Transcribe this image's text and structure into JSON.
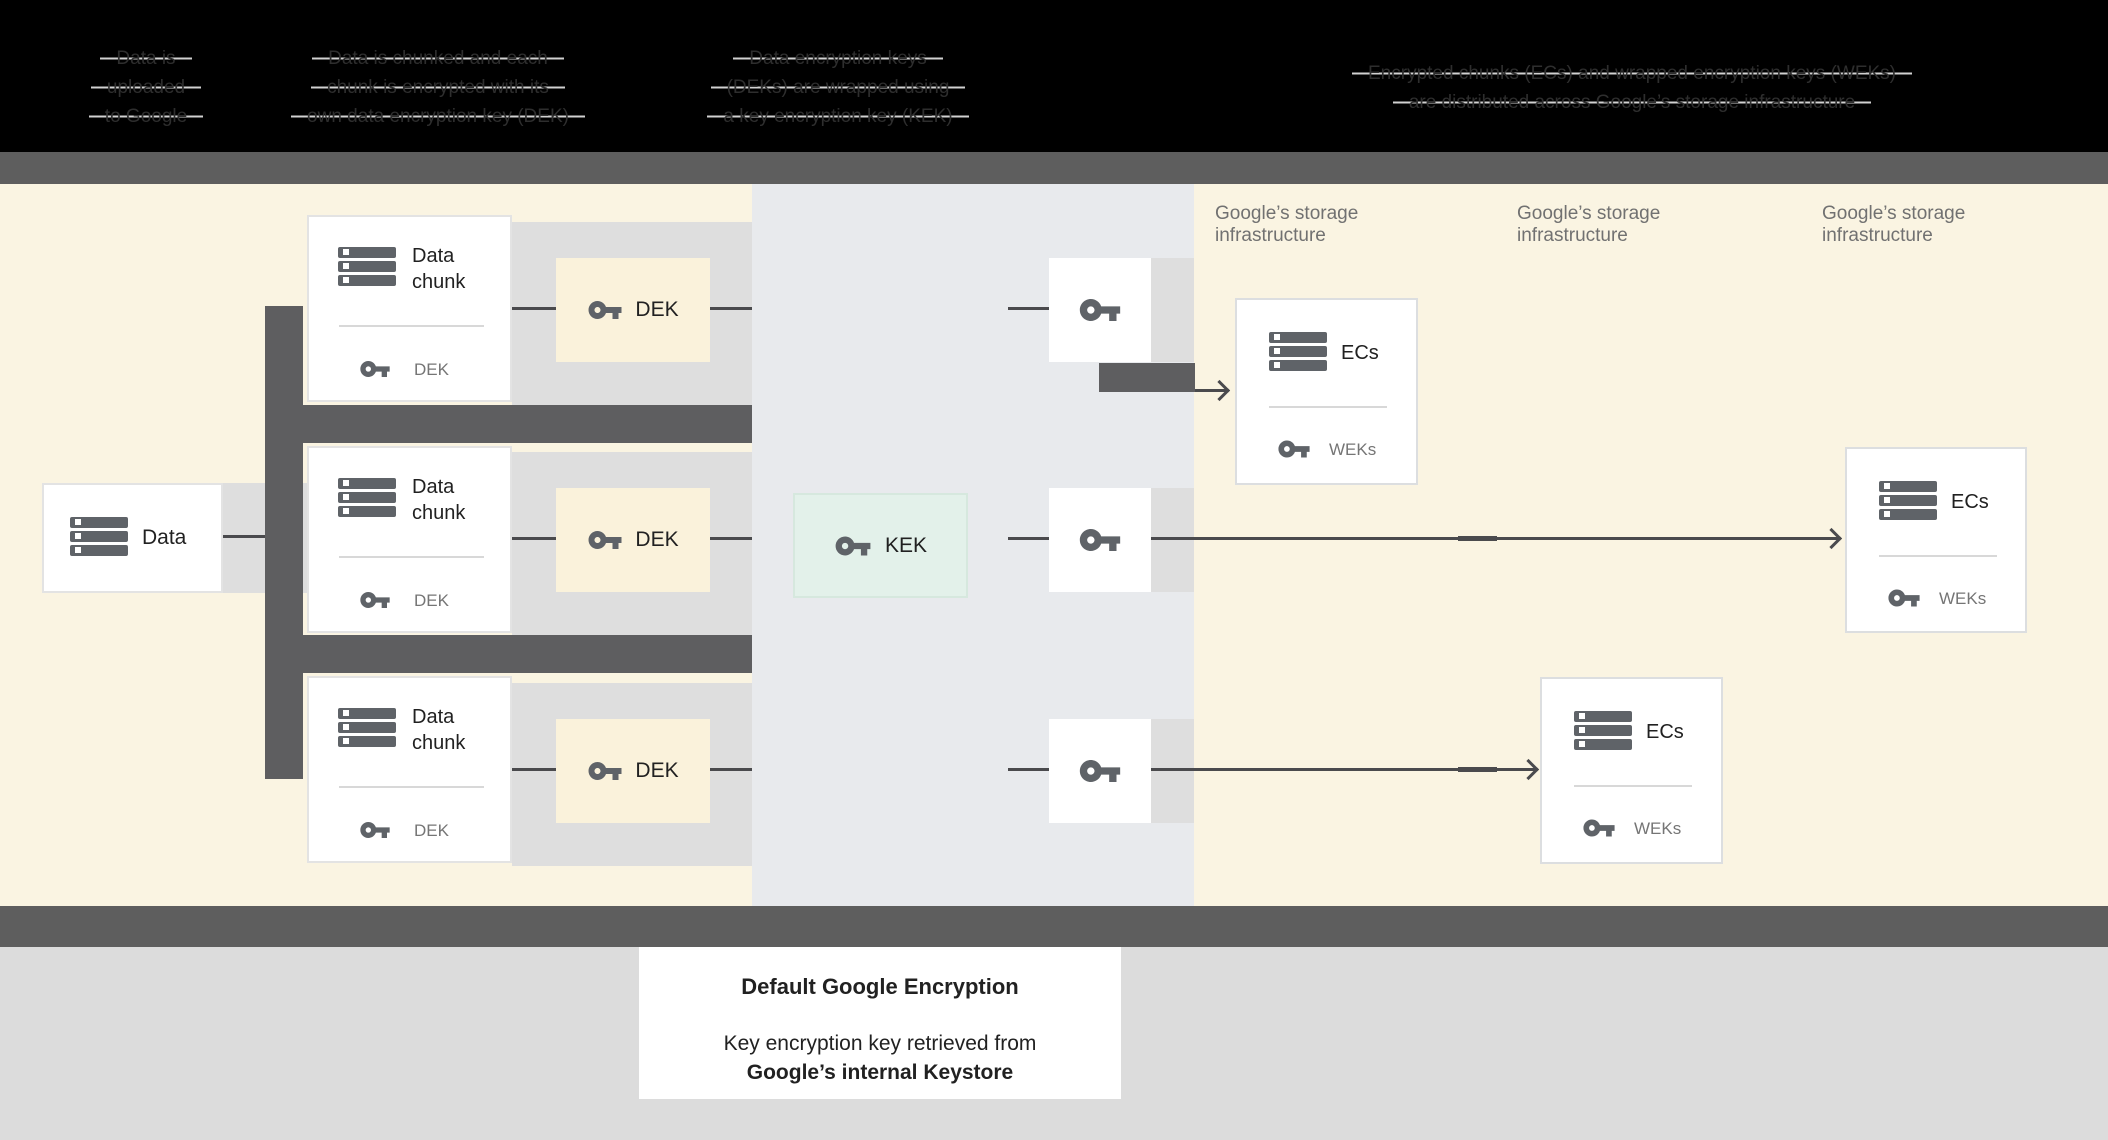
{
  "header": {
    "captions": [
      {
        "lines": [
          "Data is",
          "uploaded",
          "to Google"
        ]
      },
      {
        "lines": [
          "Data is chunked and each",
          "chunk is encrypted with its",
          "own data encryption key (DEK)"
        ]
      },
      {
        "lines": [
          "Data encryption keys",
          "(DEKs) are wrapped using",
          "a key encryption key (KEK)"
        ]
      },
      {
        "lines": [
          "Encrypted chunks (ECs) and wrapped encryption keys (WEKs)",
          "are distributed across Google’s storage infrastructure"
        ]
      }
    ]
  },
  "diagram": {
    "data_label": "Data",
    "chunk_label": "Data chunk",
    "chunk_key_label": "DEK",
    "dek_label": "DEK",
    "kek_label": "KEK",
    "ecs_label": "ECs",
    "weks_label": "WEKs",
    "storage_label": "Google’s storage infrastructure"
  },
  "caption_box": {
    "title": "Default Google Encryption",
    "line1": "Key encryption key retrieved from",
    "line2": "Google’s internal Keystore"
  },
  "colors": {
    "header_bg": "#000000",
    "divider_band": "#5E5E5E",
    "cream_bg": "#FAF4E2",
    "center_panel": "#E8EAED",
    "row_gray": "#DEDEDE",
    "dek_fill": "#FAF2DB",
    "kek_fill": "#E3F1EA",
    "icon_gray": "#5F6368",
    "text_dark": "#212121",
    "text_gray": "#757575",
    "bottom_gray": "#DCDCDC"
  }
}
